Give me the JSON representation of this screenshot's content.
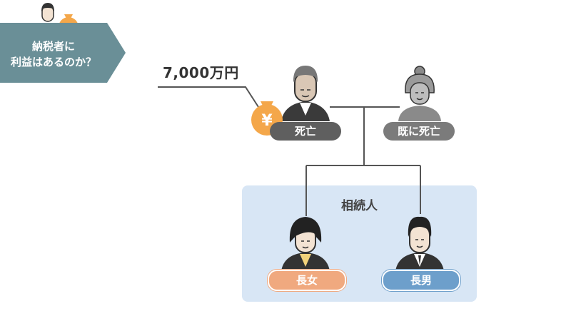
{
  "banner": {
    "text": "納税者に\n利益はあるのか？"
  },
  "money": {
    "label": "7,000万円"
  },
  "people": {
    "deceased_label": "死亡",
    "predeceased_label": "既に死亡",
    "daughter_label": "長女",
    "son_label": "長男"
  },
  "heirs": {
    "title": "相続人"
  },
  "icons": {
    "yen": "¥"
  },
  "colors": {
    "banner": "#6a8f97",
    "money_bag": "#f4a74a",
    "heir_box": "#d8e6f5",
    "daughter": "#f0a97f",
    "son": "#6d9fcb",
    "deceased": "#5f5f5f"
  }
}
